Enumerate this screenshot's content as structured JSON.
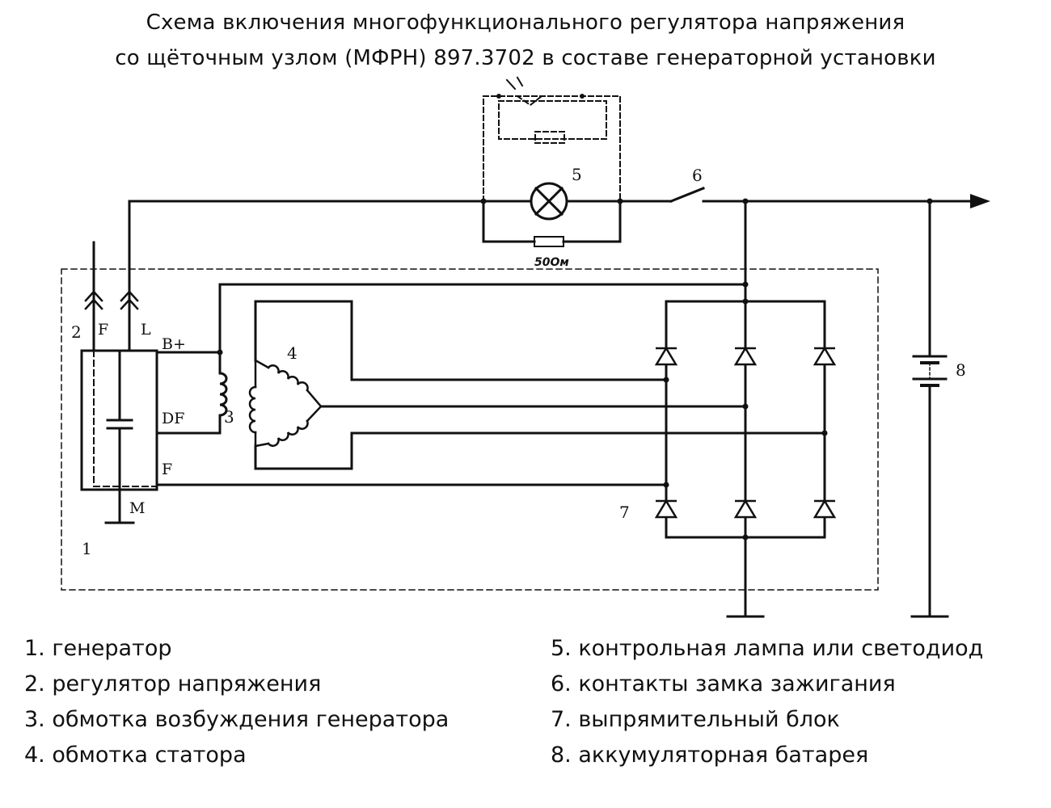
{
  "title": {
    "line1": "Схема включения многофункционального  регулятора напряжения",
    "line2": "со щёточным узлом (МФРН) 897.3702 в составе генераторной установки"
  },
  "diagram": {
    "labels": {
      "n1": "1",
      "n2": "2",
      "n3": "3",
      "n4": "4",
      "n5": "5",
      "n6": "6",
      "n7": "7",
      "n8": "8",
      "F_top": "F",
      "L_top": "L",
      "B_plus": "B+",
      "DF": "DF",
      "F": "F",
      "M": "M",
      "resistor": "50Ом"
    }
  },
  "legend": {
    "left": [
      "1. генератор",
      "2. регулятор напряжения",
      "3. обмотка возбуждения генератора",
      "4. обмотка статора"
    ],
    "right": [
      "5. контрольная лампа или светодиод",
      "6. контакты замка зажигания",
      "7. выпрямительный блок",
      "8. аккумуляторная батарея"
    ]
  }
}
